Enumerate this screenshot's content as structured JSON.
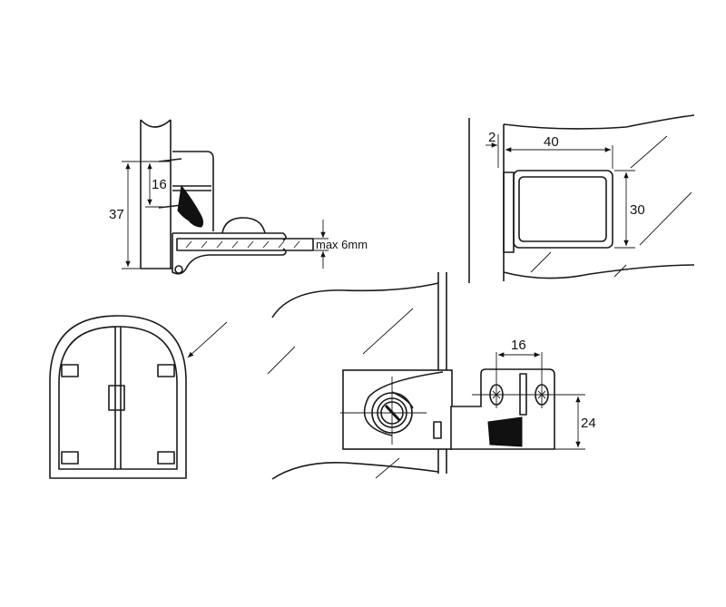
{
  "side_view": {
    "dim_height": "37",
    "dim_screw_spacing": "16",
    "dim_glass_thickness": "max 6mm"
  },
  "top_view": {
    "dim_gap": "2",
    "dim_width": "40",
    "dim_height": "30"
  },
  "front_view": {
    "dim_screw_spacing": "16",
    "dim_height": "24"
  },
  "colors": {
    "line": "#1a1a1a",
    "background": "#ffffff"
  }
}
